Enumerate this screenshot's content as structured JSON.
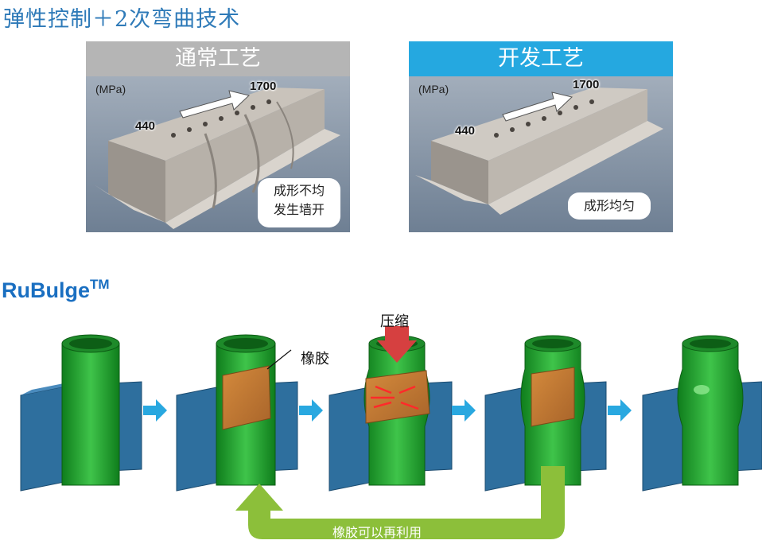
{
  "title": "弹性控制＋2次弯曲技术",
  "comparison": {
    "left": {
      "header": "通常工艺",
      "header_color": "#b5b5b5",
      "unit": "(MPa)",
      "strength_low": "440",
      "strength_high": "1700",
      "callout_line1": "成形不均",
      "callout_line2": "发生墙开"
    },
    "right": {
      "header": "开发工艺",
      "header_color": "#25a8e0",
      "unit": "(MPa)",
      "strength_low": "440",
      "strength_high": "1700",
      "callout": "成形均匀"
    }
  },
  "rubulge": {
    "title": "RuBulge",
    "title_sup": "TM",
    "rubber_label": "橡胶",
    "compress_label": "压缩",
    "reuse_label": "橡胶可以再利用",
    "colors": {
      "tube": "#22a82e",
      "bracket": "#2e6f9e",
      "rubber": "#c07830",
      "press_arrow": "#d64040",
      "step_arrow": "#29a8e0",
      "return_arrow": "#8cbf3a"
    }
  }
}
